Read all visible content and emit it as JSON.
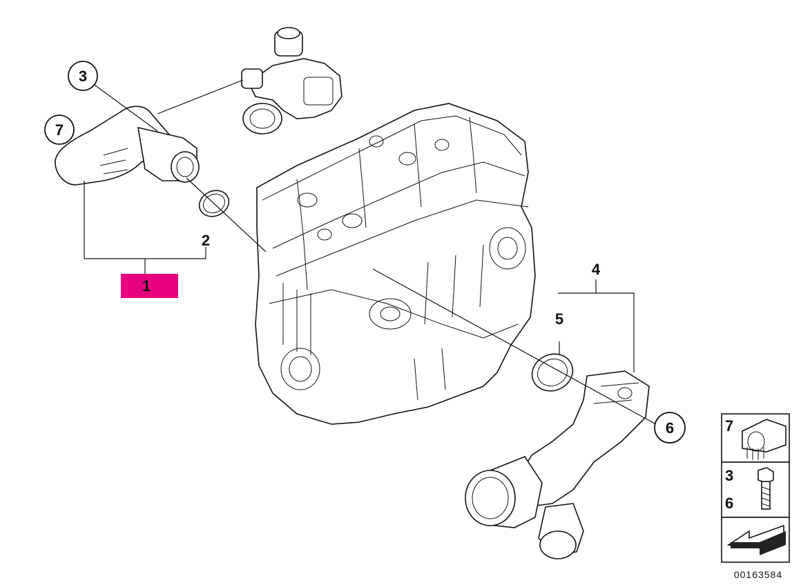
{
  "diagram": {
    "highlight_color": "#e6007e",
    "line_color": "#111111",
    "callouts": {
      "c1": "1",
      "c2": "2",
      "c3": "3",
      "c4": "4",
      "c5": "5",
      "c6": "6",
      "c7": "7"
    },
    "legend": {
      "item_top": "7",
      "item_mid_a": "3",
      "item_mid_b": "6",
      "item_top_icon": "hose-clamp-icon",
      "item_mid_icon": "bolt-icon",
      "item_bottom_icon": "arrow-icon"
    },
    "diagram_number": "00163584"
  }
}
